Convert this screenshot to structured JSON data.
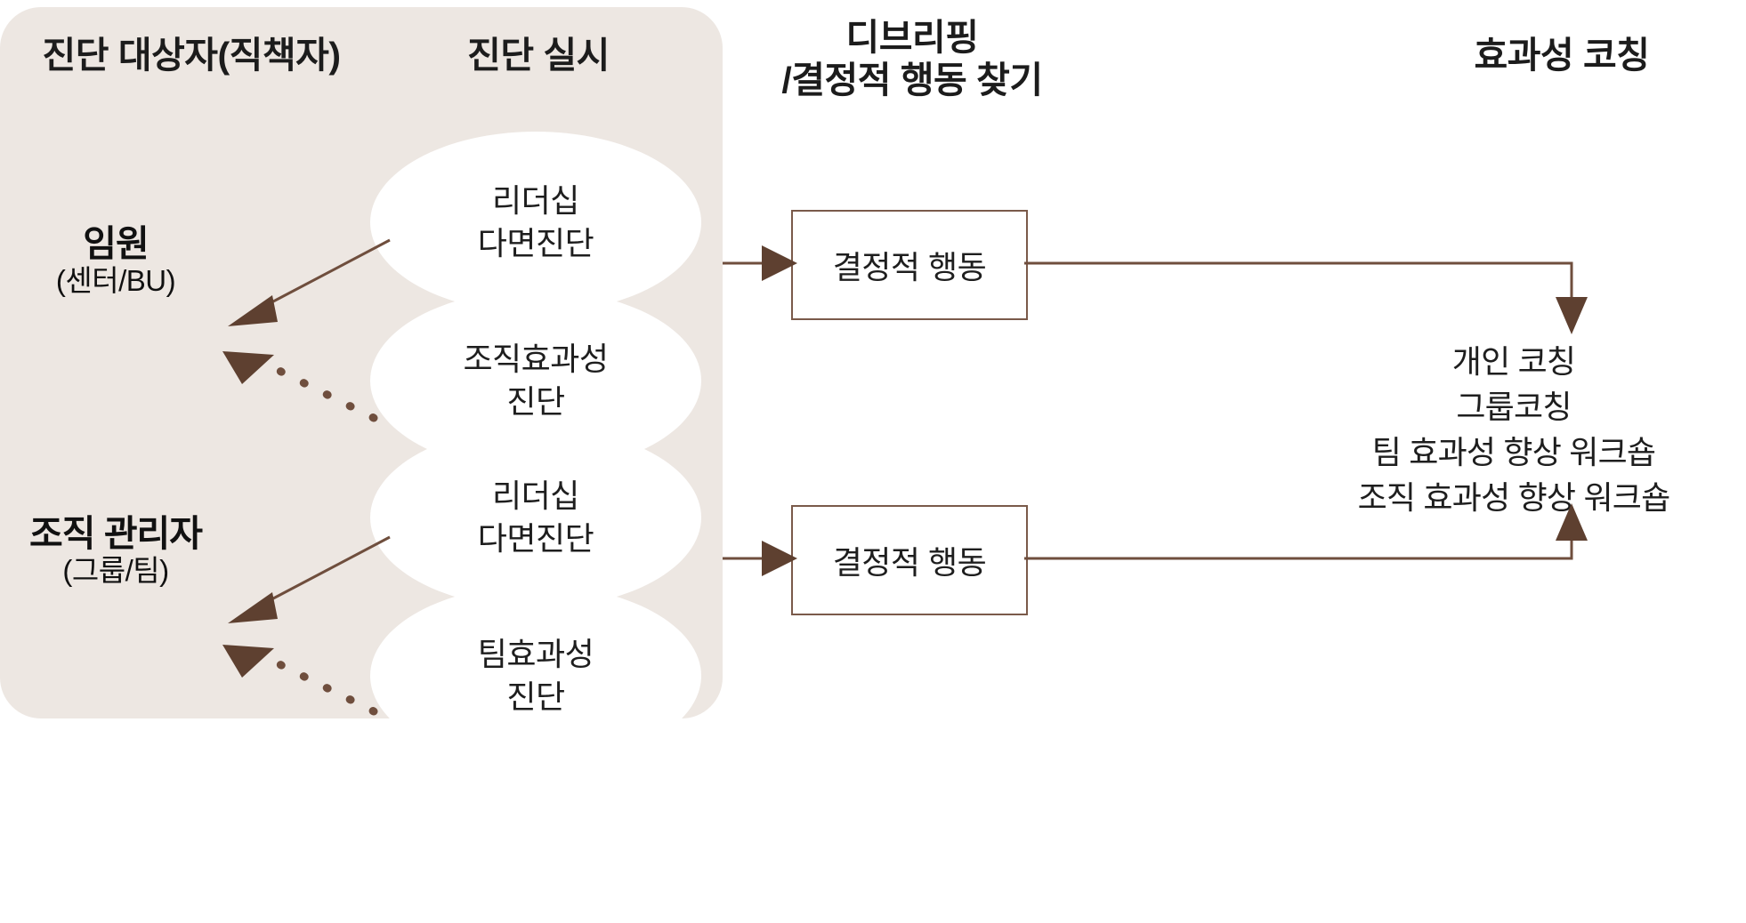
{
  "headers": {
    "target": "진단 대상자(직책자)",
    "assessment": "진단 실시",
    "debriefing_line1": "디브리핑",
    "debriefing_line2": "/결정적 행동 찾기",
    "coaching": "효과성 코칭"
  },
  "roles": [
    {
      "name": "임원",
      "scope": "(센터/BU)"
    },
    {
      "name": "조직 관리자",
      "scope": "(그룹/팀)"
    }
  ],
  "assessments": [
    {
      "line1": "리더십",
      "line2": "다면진단"
    },
    {
      "line1": "조직효과성",
      "line2": "진단"
    },
    {
      "line1": "리더십",
      "line2": "다면진단"
    },
    {
      "line1": "팀효과성",
      "line2": "진단"
    }
  ],
  "decisive_boxes": [
    {
      "label": "결정적 행동"
    },
    {
      "label": "결정적 행동"
    }
  ],
  "coaching_items": [
    "개인 코칭",
    "그룹코칭",
    "팀 효과성 향상 워크숍",
    "조직 효과성 향상 워크숍"
  ],
  "colors": {
    "panel_background": "#EDE7E2",
    "ellipse_fill": "#FFFFFF",
    "line_brown": "#6F4E3D",
    "box_border": "#7A5A4A",
    "text_dark": "#1C1C1C",
    "page_background": "#FFFFFF"
  }
}
